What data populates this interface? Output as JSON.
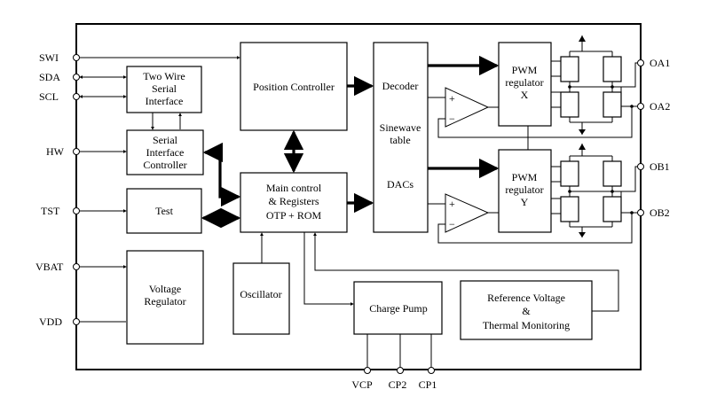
{
  "pins_left": {
    "swi": "SWI",
    "sda": "SDA",
    "scl": "SCL",
    "hw": "HW",
    "tst": "TST",
    "vbat": "VBAT",
    "vdd": "VDD"
  },
  "pins_right": {
    "oa1": "OA1",
    "oa2": "OA2",
    "ob1": "OB1",
    "ob2": "OB2"
  },
  "pins_bottom": {
    "vcp": "VCP",
    "cp2": "CP2",
    "cp1": "CP1"
  },
  "blocks": {
    "two_wire": [
      "Two Wire",
      "Serial",
      "Interface"
    ],
    "serial_ctrl": [
      "Serial",
      "Interface",
      "Controller"
    ],
    "test": "Test",
    "voltage_reg": [
      "Voltage",
      "Regulator"
    ],
    "position_ctrl": "Position  Controller",
    "main_ctrl": [
      "Main control",
      "& Registers",
      "OTP + ROM"
    ],
    "oscillator": "Oscillator",
    "decoder": "Decoder",
    "sinewave": [
      "Sinewave",
      "table"
    ],
    "dacs": "DACs",
    "pwm_x": [
      "PWM",
      "regulator",
      "X"
    ],
    "pwm_y": [
      "PWM",
      "regulator",
      "Y"
    ],
    "charge_pump": "Charge  Pump",
    "ref_voltage": [
      "Reference Voltage",
      "&",
      "Thermal Monitoring"
    ]
  },
  "comparator_signs": {
    "plus": "+",
    "minus": "−"
  }
}
